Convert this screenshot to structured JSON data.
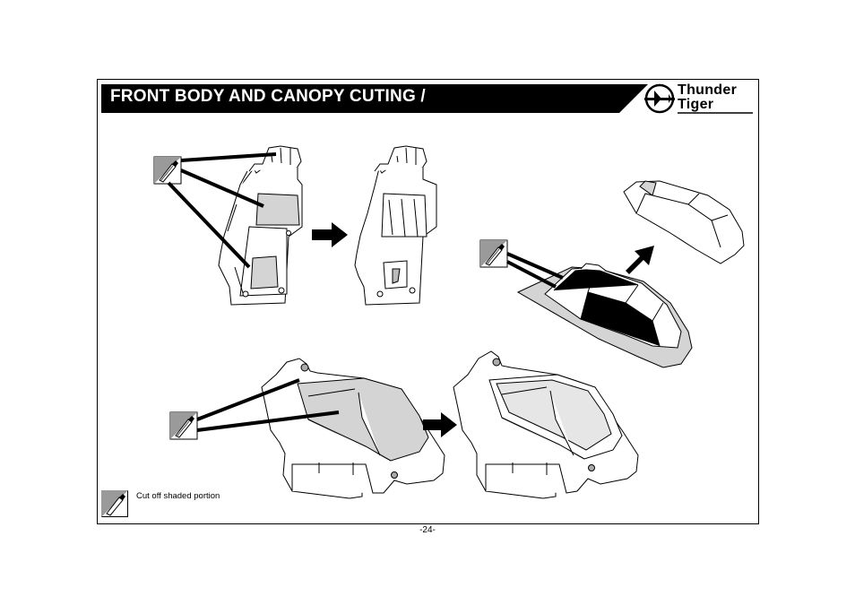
{
  "header": {
    "title": "FRONT BODY AND CANOPY CUTING /",
    "brand_line1": "Thunder",
    "brand_line2": "Tiger"
  },
  "legend": {
    "text": "Cut off shaded portion",
    "icon": "scissors-knife-icon"
  },
  "footer": {
    "page_number": "-24-"
  },
  "colors": {
    "title_bar": "#000000",
    "shaded_portion": "#d4d4d4",
    "outline": "#000000"
  }
}
